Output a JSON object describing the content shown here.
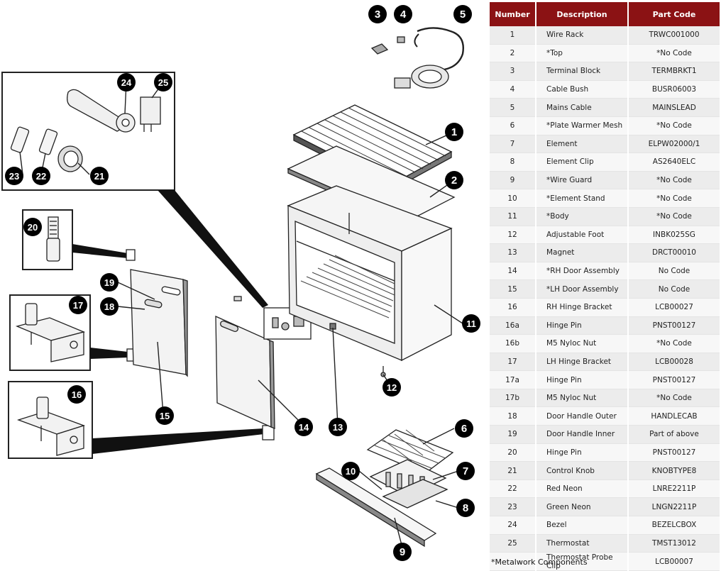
{
  "table": {
    "headers": {
      "number": "Number",
      "description": "Description",
      "part_code": "Part Code"
    },
    "rows": [
      {
        "number": "1",
        "description": "Wire Rack",
        "code": "TRWC001000"
      },
      {
        "number": "2",
        "description": "*Top",
        "code": "*No Code"
      },
      {
        "number": "3",
        "description": "Terminal Block",
        "code": "TERMBRKT1"
      },
      {
        "number": "4",
        "description": "Cable Bush",
        "code": "BUSR06003"
      },
      {
        "number": "5",
        "description": "Mains Cable",
        "code": "MAINSLEAD"
      },
      {
        "number": "6",
        "description": "*Plate Warmer Mesh",
        "code": "*No Code"
      },
      {
        "number": "7",
        "description": "Element",
        "code": "ELPW02000/1"
      },
      {
        "number": "8",
        "description": "Element Clip",
        "code": "AS2640ELC"
      },
      {
        "number": "9",
        "description": "*Wire Guard",
        "code": "*No Code"
      },
      {
        "number": "10",
        "description": "*Element Stand",
        "code": "*No Code"
      },
      {
        "number": "11",
        "description": "*Body",
        "code": "*No Code"
      },
      {
        "number": "12",
        "description": "Adjustable Foot",
        "code": "INBK025SG"
      },
      {
        "number": "13",
        "description": "Magnet",
        "code": "DRCT00010"
      },
      {
        "number": "14",
        "description": "*RH Door Assembly",
        "code": "No Code"
      },
      {
        "number": "15",
        "description": "*LH Door Assembly",
        "code": "No Code"
      },
      {
        "number": "16",
        "description": "RH Hinge Bracket",
        "code": "LCB00027"
      },
      {
        "number": "16a",
        "description": "Hinge Pin",
        "code": "PNST00127"
      },
      {
        "number": "16b",
        "description": "M5 Nyloc Nut",
        "code": "*No Code"
      },
      {
        "number": "17",
        "description": "LH Hinge Bracket",
        "code": "LCB00028"
      },
      {
        "number": "17a",
        "description": "Hinge Pin",
        "code": "PNST00127"
      },
      {
        "number": "17b",
        "description": "M5 Nyloc Nut",
        "code": "*No Code"
      },
      {
        "number": "18",
        "description": "Door Handle Outer",
        "code": "HANDLECAB"
      },
      {
        "number": "19",
        "description": "Door Handle Inner",
        "code": "Part of above"
      },
      {
        "number": "20",
        "description": "Hinge Pin",
        "code": "PNST00127"
      },
      {
        "number": "21",
        "description": "Control Knob",
        "code": "KNOBTYPE8"
      },
      {
        "number": "22",
        "description": "Red Neon",
        "code": "LNRE2211P"
      },
      {
        "number": "23",
        "description": "Green Neon",
        "code": "LNGN2211P"
      },
      {
        "number": "24",
        "description": "Bezel",
        "code": "BEZELCBOX"
      },
      {
        "number": "25",
        "description": "Thermostat",
        "code": "TMST13012"
      },
      {
        "number": "",
        "description": "Thermostat Probe Clip",
        "code": "LCB00007"
      }
    ]
  },
  "footnote": "*Metalwork Components",
  "callouts": [
    "1",
    "2",
    "3",
    "4",
    "5",
    "6",
    "7",
    "8",
    "9",
    "10",
    "11",
    "12",
    "13",
    "14",
    "15",
    "16",
    "17",
    "18",
    "19",
    "20",
    "21",
    "22",
    "23",
    "24",
    "25"
  ],
  "colors": {
    "header_bg": "#8b1214",
    "row_odd": "#ececec",
    "row_even": "#f7f7f7"
  }
}
